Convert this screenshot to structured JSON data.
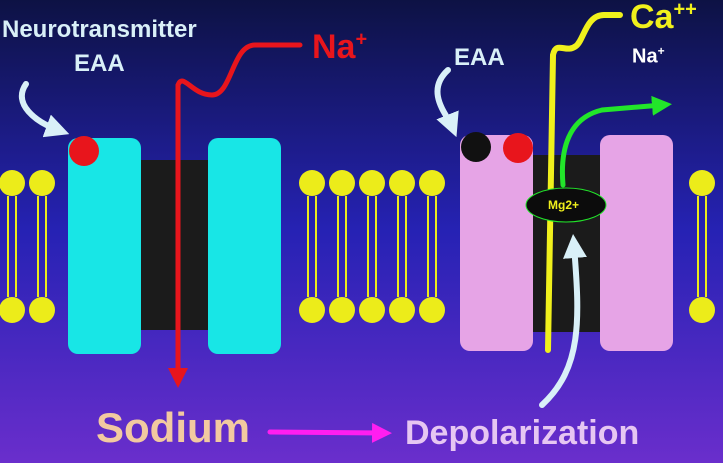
{
  "labels": {
    "neurotransmitter": "Neurotransmitter",
    "eaa_left": "EAA",
    "eaa_right": "EAA",
    "na_top_base": "Na",
    "na_top_sup": "+",
    "ca_base": "Ca",
    "ca_sup": "++",
    "na_right_base": "Na",
    "na_right_sup": "+",
    "mg": "Mg2+",
    "sodium": "Sodium",
    "depolarization": "Depolarization"
  },
  "colors": {
    "background_top": "#0d1244",
    "background_bottom": "#6a2ecc",
    "lipid_head": "#ecec1a",
    "ampa_channel": "#18e6e6",
    "nmda_channel": "#e6a4e6",
    "pore": "#1b1b1b",
    "sodium_arrow": "#e8151c",
    "calcium_arrow": "#f0f01c",
    "green_arrow": "#22e62a",
    "magenta_arrow": "#ff1ef0",
    "pointer_arrow": "#d9f0f8",
    "sodium_text": "#f2c9a0",
    "depolarization_text": "#e6c6f2"
  }
}
